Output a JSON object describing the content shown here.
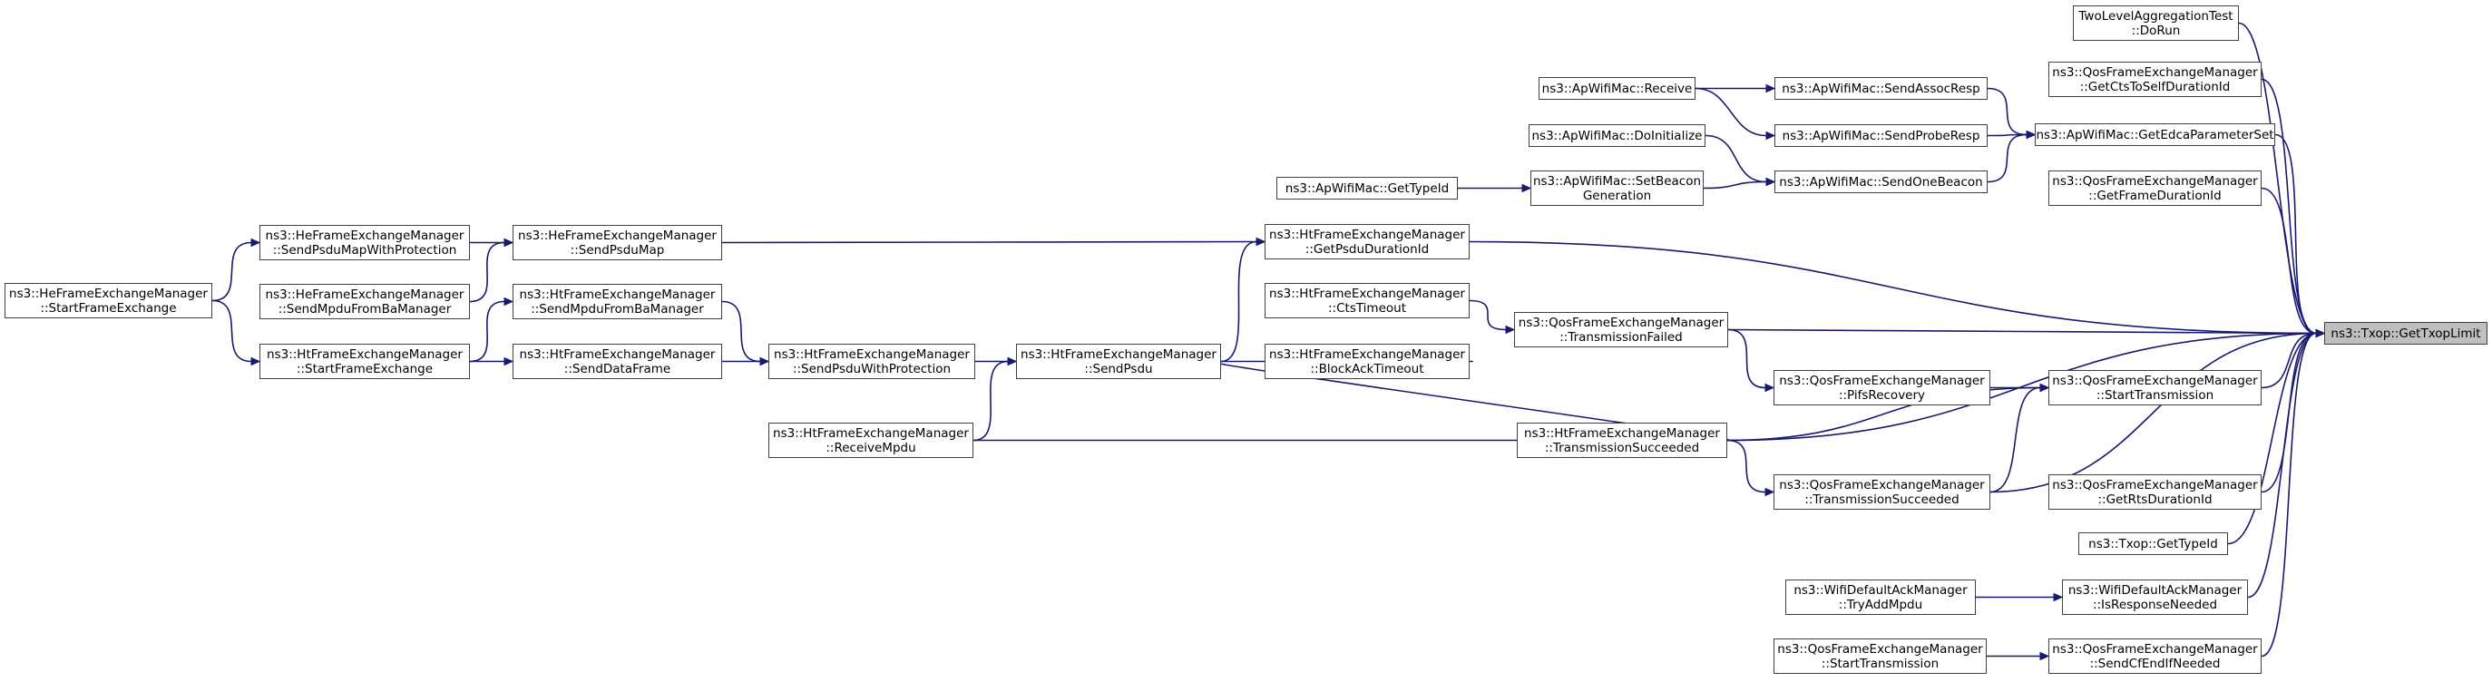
{
  "colors": {
    "edge": "#191970",
    "node_border": "#404040",
    "target_fill": "#bfbfbf"
  },
  "nodes": {
    "target": {
      "lines": [
        "ns3::Txop::GetTxopLimit"
      ]
    },
    "twolevel": {
      "lines": [
        "TwoLevelAggregationTest",
        "::DoRun"
      ]
    },
    "getcts": {
      "lines": [
        "ns3::QosFrameExchangeManager",
        "::GetCtsToSelfDurationId"
      ]
    },
    "getedca": {
      "lines": [
        "ns3::ApWifiMac::GetEdcaParameterSet"
      ]
    },
    "getframedur": {
      "lines": [
        "ns3::QosFrameExchangeManager",
        "::GetFrameDurationId"
      ]
    },
    "getpsdudur": {
      "lines": [
        "ns3::HtFrameExchangeManager",
        "::GetPsduDurationId"
      ]
    },
    "qostxfailed": {
      "lines": [
        "ns3::QosFrameExchangeManager",
        "::TransmissionFailed"
      ]
    },
    "starttx": {
      "lines": [
        "ns3::QosFrameExchangeManager",
        "::StartTransmission"
      ]
    },
    "httxsucc": {
      "lines": [
        "ns3::HtFrameExchangeManager",
        "::TransmissionSucceeded"
      ]
    },
    "qostxsucc": {
      "lines": [
        "ns3::QosFrameExchangeManager",
        "::TransmissionSucceeded"
      ]
    },
    "getrts": {
      "lines": [
        "ns3::QosFrameExchangeManager",
        "::GetRtsDurationId"
      ]
    },
    "txopgettypeid": {
      "lines": [
        "ns3::Txop::GetTypeId"
      ]
    },
    "isresponse": {
      "lines": [
        "ns3::WifiDefaultAckManager",
        "::IsResponseNeeded"
      ]
    },
    "sendcfend": {
      "lines": [
        "ns3::QosFrameExchangeManager",
        "::SendCfEndIfNeeded"
      ]
    },
    "apreceive": {
      "lines": [
        "ns3::ApWifiMac::Receive"
      ]
    },
    "sendassoc": {
      "lines": [
        "ns3::ApWifiMac::SendAssocResp"
      ]
    },
    "sendprobe": {
      "lines": [
        "ns3::ApWifiMac::SendProbeResp"
      ]
    },
    "doinit": {
      "lines": [
        "ns3::ApWifiMac::DoInitialize"
      ]
    },
    "sendonebeacon": {
      "lines": [
        "ns3::ApWifiMac::SendOneBeacon"
      ]
    },
    "setbeacon": {
      "lines": [
        "ns3::ApWifiMac::SetBeacon",
        "Generation"
      ]
    },
    "apgettypeid": {
      "lines": [
        "ns3::ApWifiMac::GetTypeId"
      ]
    },
    "ctstimeout": {
      "lines": [
        "ns3::HtFrameExchangeManager",
        "::CtsTimeout"
      ]
    },
    "blockack": {
      "lines": [
        "ns3::HtFrameExchangeManager",
        "::BlockAckTimeout"
      ]
    },
    "pifs": {
      "lines": [
        "ns3::QosFrameExchangeManager",
        "::PifsRecovery"
      ]
    },
    "sendpsdu": {
      "lines": [
        "ns3::HtFrameExchangeManager",
        "::SendPsdu"
      ]
    },
    "sendpsduprot": {
      "lines": [
        "ns3::HtFrameExchangeManager",
        "::SendPsduWithProtection"
      ]
    },
    "receivempdu": {
      "lines": [
        "ns3::HtFrameExchangeManager",
        "::ReceiveMpdu"
      ]
    },
    "hesendpsdumap": {
      "lines": [
        "ns3::HeFrameExchangeManager",
        "::SendPsduMap"
      ]
    },
    "htsendmpdu": {
      "lines": [
        "ns3::HtFrameExchangeManager",
        "::SendMpduFromBaManager"
      ]
    },
    "senddata": {
      "lines": [
        "ns3::HtFrameExchangeManager",
        "::SendDataFrame"
      ]
    },
    "hepsdumapprot": {
      "lines": [
        "ns3::HeFrameExchangeManager",
        "::SendPsduMapWithProtection"
      ]
    },
    "hesendmpdu": {
      "lines": [
        "ns3::HeFrameExchangeManager",
        "::SendMpduFromBaManager"
      ]
    },
    "htstartfe": {
      "lines": [
        "ns3::HtFrameExchangeManager",
        "::StartFrameExchange"
      ]
    },
    "hestartfe": {
      "lines": [
        "ns3::HeFrameExchangeManager",
        "::StartFrameExchange"
      ]
    },
    "trystarttx": {
      "lines": [
        "ns3::QosFrameExchangeManager",
        "::StartTransmission"
      ]
    },
    "tryaddmpdu": {
      "lines": [
        "ns3::WifiDefaultAckManager",
        "::TryAddMpdu"
      ]
    }
  },
  "edges": [
    [
      "twolevel",
      "target"
    ],
    [
      "getcts",
      "target"
    ],
    [
      "getedca",
      "target"
    ],
    [
      "getframedur",
      "target"
    ],
    [
      "getpsdudur",
      "target"
    ],
    [
      "qostxfailed",
      "target"
    ],
    [
      "starttx",
      "target"
    ],
    [
      "httxsucc",
      "target"
    ],
    [
      "qostxsucc",
      "target"
    ],
    [
      "getrts",
      "target"
    ],
    [
      "txopgettypeid",
      "target"
    ],
    [
      "isresponse",
      "target"
    ],
    [
      "sendcfend",
      "target"
    ],
    [
      "apreceive",
      "sendassoc"
    ],
    [
      "apreceive",
      "sendprobe"
    ],
    [
      "sendassoc",
      "getedca"
    ],
    [
      "sendprobe",
      "getedca"
    ],
    [
      "sendonebeacon",
      "getedca"
    ],
    [
      "doinit",
      "sendonebeacon"
    ],
    [
      "setbeacon",
      "sendonebeacon"
    ],
    [
      "apgettypeid",
      "setbeacon"
    ],
    [
      "hesendpsdumap",
      "getpsdudur"
    ],
    [
      "sendpsdu",
      "getpsdudur"
    ],
    [
      "ctstimeout",
      "qostxfailed"
    ],
    [
      "qostxfailed",
      "pifs"
    ],
    [
      "pifs",
      "starttx"
    ],
    [
      "httxsucc",
      "starttx"
    ],
    [
      "qostxsucc",
      "starttx"
    ],
    [
      "httxsucc",
      "qostxsucc"
    ],
    [
      "blockack",
      "sendpsdu"
    ],
    [
      "httxsucc",
      "sendpsdu"
    ],
    [
      "httxsucc",
      "receivempdu"
    ],
    [
      "sendpsduprot",
      "sendpsdu"
    ],
    [
      "receivempdu",
      "sendpsdu"
    ],
    [
      "htsendmpdu",
      "sendpsduprot"
    ],
    [
      "senddata",
      "sendpsduprot"
    ],
    [
      "hepsdumapprot",
      "hesendpsdumap"
    ],
    [
      "hesendmpdu",
      "hesendpsdumap"
    ],
    [
      "htstartfe",
      "htsendmpdu"
    ],
    [
      "htstartfe",
      "senddata"
    ],
    [
      "hestartfe",
      "hepsdumapprot"
    ],
    [
      "hestartfe",
      "htstartfe"
    ],
    [
      "tryaddmpdu",
      "isresponse"
    ],
    [
      "trystarttx",
      "sendcfend"
    ]
  ]
}
